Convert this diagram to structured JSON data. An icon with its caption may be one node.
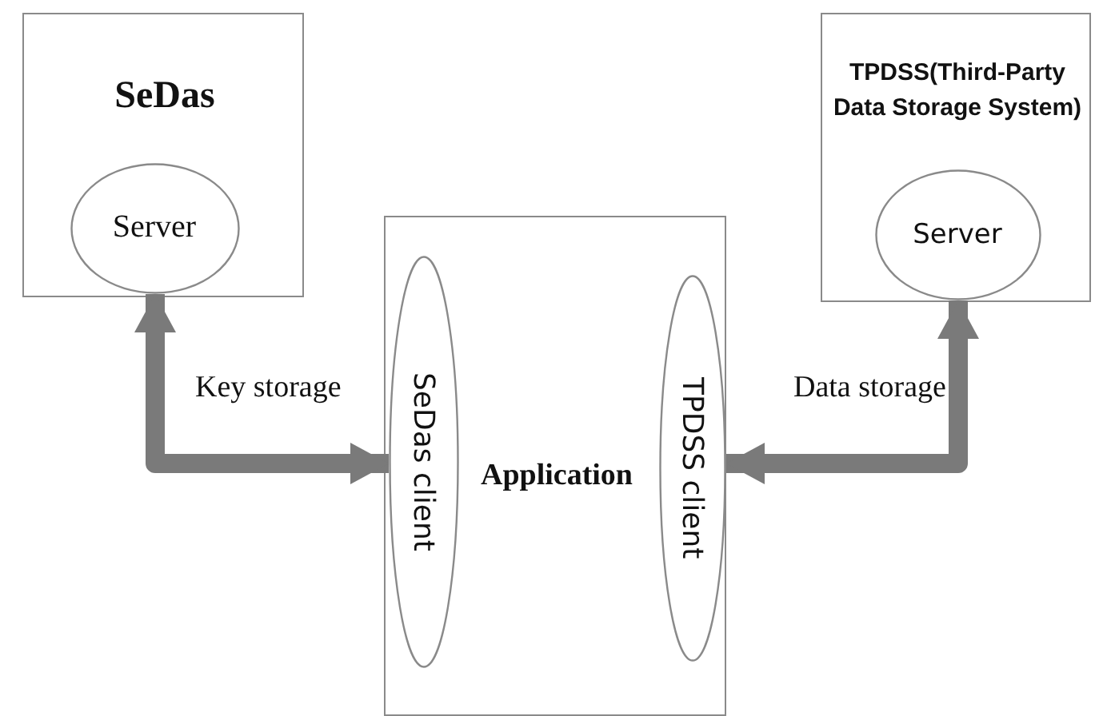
{
  "diagram": {
    "nodes": [
      {
        "text": [
          "SeDas"
        ]
      },
      {
        "text": [
          "Server"
        ],
        "in": 0
      },
      {
        "text": [
          "TPDSS(Third-Party Data Storage System)"
        ]
      },
      {
        "text": [
          "Server"
        ],
        "in": 2
      },
      {
        "text": [
          "Application"
        ]
      },
      {
        "text": [
          "SeDas client"
        ],
        "in": 4
      },
      {
        "text": [
          "TPDSS client"
        ],
        "in": 4
      }
    ],
    "edges": [
      {
        "from": 1,
        "to": 5,
        "arrow": "both",
        "label": "Key storage"
      },
      {
        "from": 3,
        "to": 6,
        "arrow": "both",
        "label": "Data storage"
      }
    ]
  }
}
